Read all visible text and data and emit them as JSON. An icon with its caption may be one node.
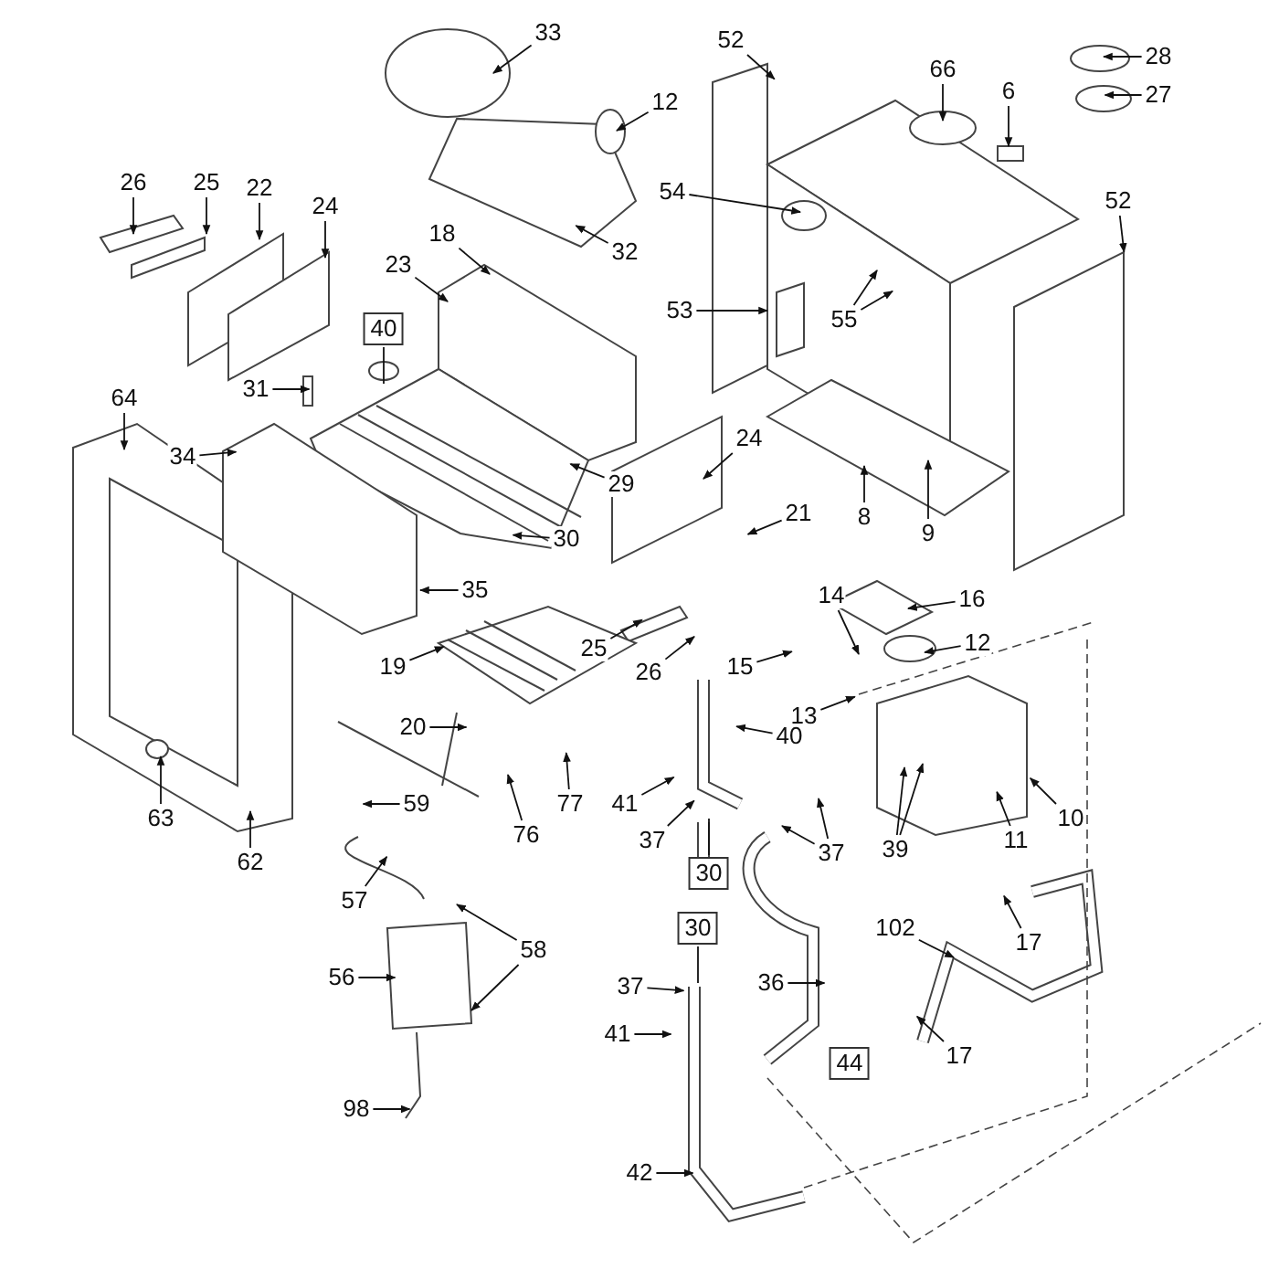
{
  "diagram": {
    "nodes": [
      {
        "text": [
          "33"
        ]
      },
      {
        "text": [
          "12"
        ]
      },
      {
        "text": [
          "52"
        ]
      },
      {
        "text": [
          "66"
        ]
      },
      {
        "text": [
          "28"
        ]
      },
      {
        "text": [
          "6"
        ]
      },
      {
        "text": [
          "27"
        ]
      },
      {
        "text": [
          "26"
        ]
      },
      {
        "text": [
          "25"
        ]
      },
      {
        "text": [
          "22"
        ]
      },
      {
        "text": [
          "24"
        ]
      },
      {
        "text": [
          "18"
        ]
      },
      {
        "text": [
          "32"
        ]
      },
      {
        "text": [
          "54"
        ]
      },
      {
        "text": [
          "52"
        ]
      },
      {
        "text": [
          "23"
        ]
      },
      {
        "text": [
          "53"
        ]
      },
      {
        "text": [
          "55"
        ]
      },
      {
        "text": [
          "40"
        ]
      },
      {
        "text": [
          "31"
        ]
      },
      {
        "text": [
          "64"
        ]
      },
      {
        "text": [
          "34"
        ]
      },
      {
        "text": [
          "29"
        ]
      },
      {
        "text": [
          "30"
        ]
      },
      {
        "text": [
          "9"
        ]
      },
      {
        "text": [
          "8"
        ]
      },
      {
        "text": [
          "24"
        ]
      },
      {
        "text": [
          "21"
        ]
      },
      {
        "text": [
          "35"
        ]
      },
      {
        "text": [
          "16"
        ]
      },
      {
        "text": [
          "25"
        ]
      },
      {
        "text": [
          "26"
        ]
      },
      {
        "text": [
          "15"
        ]
      },
      {
        "text": [
          "14"
        ]
      },
      {
        "text": [
          "12"
        ]
      },
      {
        "text": [
          "13"
        ]
      },
      {
        "text": [
          "19"
        ]
      },
      {
        "text": [
          "20"
        ]
      },
      {
        "text": [
          "40"
        ]
      },
      {
        "text": [
          "10"
        ]
      },
      {
        "text": [
          "11"
        ]
      },
      {
        "text": [
          "39"
        ]
      },
      {
        "text": [
          "63"
        ]
      },
      {
        "text": [
          "59"
        ]
      },
      {
        "text": [
          "76"
        ]
      },
      {
        "text": [
          "77"
        ]
      },
      {
        "text": [
          "41"
        ]
      },
      {
        "text": [
          "37"
        ]
      },
      {
        "text": [
          "30"
        ]
      },
      {
        "text": [
          "37"
        ]
      },
      {
        "text": [
          "62"
        ]
      },
      {
        "text": [
          "57"
        ]
      },
      {
        "text": [
          "58"
        ]
      },
      {
        "text": [
          "17"
        ]
      },
      {
        "text": [
          "102"
        ]
      },
      {
        "text": [
          "56"
        ]
      },
      {
        "text": [
          "30"
        ]
      },
      {
        "text": [
          "37"
        ]
      },
      {
        "text": [
          "41"
        ]
      },
      {
        "text": [
          "36"
        ]
      },
      {
        "text": [
          "44"
        ]
      },
      {
        "text": [
          "17"
        ]
      },
      {
        "text": [
          "98"
        ]
      },
      {
        "text": [
          "42"
        ]
      }
    ],
    "edges": [
      {
        "from": 0,
        "to": null,
        "arrow": "to"
      },
      {
        "from": 1,
        "to": null,
        "arrow": "to"
      },
      {
        "from": 2,
        "to": null,
        "arrow": "to"
      },
      {
        "from": 3,
        "to": null,
        "arrow": "to"
      },
      {
        "from": 4,
        "to": null,
        "arrow": "to"
      },
      {
        "from": 5,
        "to": null,
        "arrow": "to"
      },
      {
        "from": 6,
        "to": null,
        "arrow": "to"
      },
      {
        "from": 7,
        "to": null,
        "arrow": "to"
      },
      {
        "from": 8,
        "to": null,
        "arrow": "to"
      },
      {
        "from": 9,
        "to": null,
        "arrow": "to"
      },
      {
        "from": 10,
        "to": null,
        "arrow": "to"
      },
      {
        "from": 11,
        "to": null,
        "arrow": "to"
      },
      {
        "from": 12,
        "to": null,
        "arrow": "to"
      },
      {
        "from": 13,
        "to": null,
        "arrow": "to"
      },
      {
        "from": 14,
        "to": null,
        "arrow": "to"
      },
      {
        "from": 15,
        "to": null,
        "arrow": "to"
      },
      {
        "from": 16,
        "to": null,
        "arrow": "to"
      },
      {
        "from": 17,
        "to": null,
        "arrow": "to"
      },
      {
        "from": 17,
        "to": null,
        "arrow": "to"
      },
      {
        "from": 18,
        "to": null,
        "arrow": "none"
      },
      {
        "from": 19,
        "to": null,
        "arrow": "to"
      },
      {
        "from": 20,
        "to": null,
        "arrow": "to"
      },
      {
        "from": 21,
        "to": null,
        "arrow": "to"
      },
      {
        "from": 22,
        "to": null,
        "arrow": "to"
      },
      {
        "from": 23,
        "to": null,
        "arrow": "to"
      },
      {
        "from": 24,
        "to": null,
        "arrow": "to"
      },
      {
        "from": 25,
        "to": null,
        "arrow": "to"
      },
      {
        "from": 26,
        "to": null,
        "arrow": "to"
      },
      {
        "from": 27,
        "to": null,
        "arrow": "to"
      },
      {
        "from": 28,
        "to": null,
        "arrow": "to"
      },
      {
        "from": 29,
        "to": null,
        "arrow": "to"
      },
      {
        "from": 30,
        "to": null,
        "arrow": "to"
      },
      {
        "from": 31,
        "to": null,
        "arrow": "to"
      },
      {
        "from": 32,
        "to": null,
        "arrow": "to"
      },
      {
        "from": 33,
        "to": null,
        "arrow": "to"
      },
      {
        "from": 34,
        "to": null,
        "arrow": "to"
      },
      {
        "from": 35,
        "to": null,
        "arrow": "to"
      },
      {
        "from": 36,
        "to": null,
        "arrow": "to"
      },
      {
        "from": 37,
        "to": null,
        "arrow": "to"
      },
      {
        "from": 38,
        "to": null,
        "arrow": "to"
      },
      {
        "from": 39,
        "to": null,
        "arrow": "to"
      },
      {
        "from": 40,
        "to": null,
        "arrow": "to"
      },
      {
        "from": 41,
        "to": null,
        "arrow": "to"
      },
      {
        "from": 41,
        "to": null,
        "arrow": "to"
      },
      {
        "from": 42,
        "to": null,
        "arrow": "to"
      },
      {
        "from": 43,
        "to": null,
        "arrow": "to"
      },
      {
        "from": 44,
        "to": null,
        "arrow": "to"
      },
      {
        "from": 45,
        "to": null,
        "arrow": "to"
      },
      {
        "from": 46,
        "to": null,
        "arrow": "to"
      },
      {
        "from": 47,
        "to": null,
        "arrow": "to"
      },
      {
        "from": 48,
        "to": null,
        "arrow": "none"
      },
      {
        "from": 49,
        "to": null,
        "arrow": "to"
      },
      {
        "from": 49,
        "to": null,
        "arrow": "to"
      },
      {
        "from": 50,
        "to": null,
        "arrow": "to"
      },
      {
        "from": 51,
        "to": null,
        "arrow": "to"
      },
      {
        "from": 52,
        "to": null,
        "arrow": "to"
      },
      {
        "from": 52,
        "to": null,
        "arrow": "to"
      },
      {
        "from": 53,
        "to": null,
        "arrow": "to"
      },
      {
        "from": 54,
        "to": null,
        "arrow": "to"
      },
      {
        "from": 55,
        "to": null,
        "arrow": "to"
      },
      {
        "from": 56,
        "to": null,
        "arrow": "none"
      },
      {
        "from": 57,
        "to": null,
        "arrow": "to"
      },
      {
        "from": 58,
        "to": null,
        "arrow": "to"
      },
      {
        "from": 59,
        "to": null,
        "arrow": "to"
      },
      {
        "from": 61,
        "to": null,
        "arrow": "to"
      },
      {
        "from": 62,
        "to": null,
        "arrow": "to"
      },
      {
        "from": 63,
        "to": null,
        "arrow": "to"
      }
    ]
  }
}
